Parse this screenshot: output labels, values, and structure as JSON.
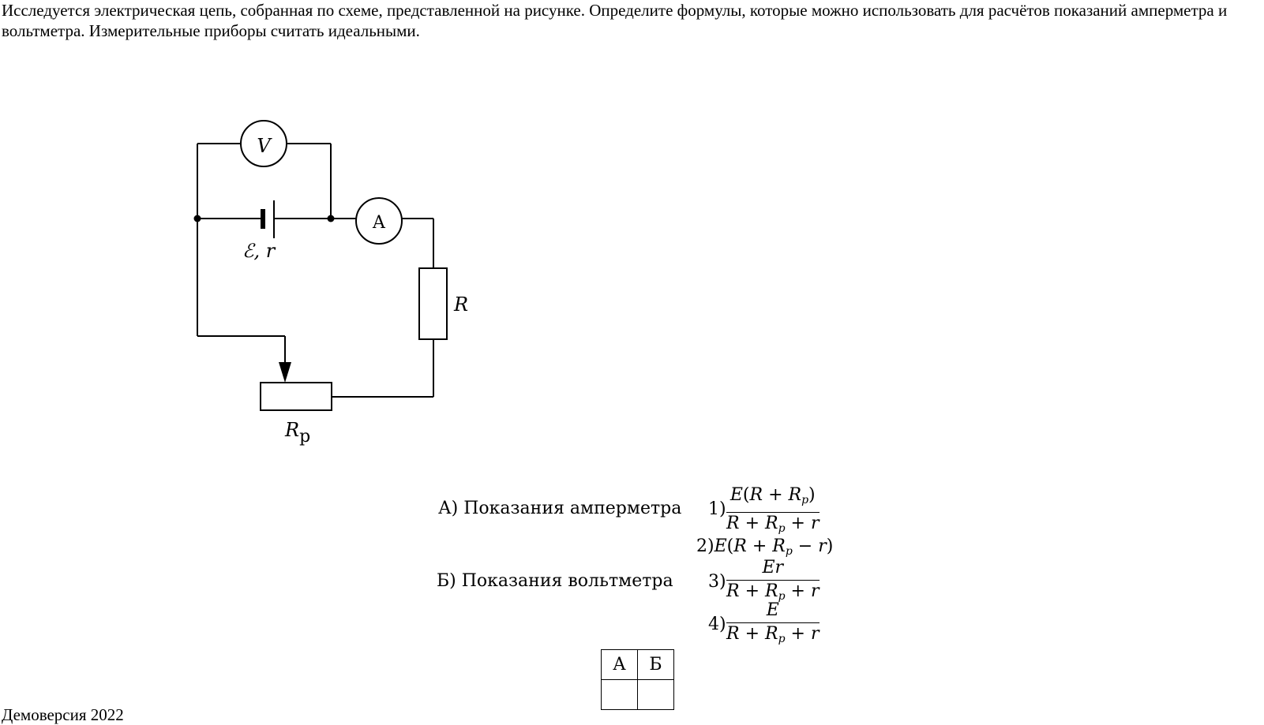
{
  "task": {
    "text": "Исследуется электрическая цепь, собранная по схеме, представленной на рисунке. Определите формулы, которые можно использовать для расчётов показаний амперметра и вольтметра. Измерительные приборы считать идеальными."
  },
  "circuit": {
    "voltmeter_label": "V",
    "ammeter_label": "A",
    "source_label": "ℰ, r",
    "resistor_label": "R",
    "rheostat_label": "R",
    "rheostat_subscript": "р"
  },
  "questions": [
    {
      "letter": "А)",
      "text": "Показания амперметра"
    },
    {
      "letter": "Б)",
      "text": "Показания вольтметра"
    }
  ],
  "options": {
    "o1": {
      "num": "1)",
      "numerator": "E(R + R_p)",
      "denominator": "R + R_p + r"
    },
    "o2": {
      "num": "2)",
      "expr": "E(R + R_p − r)"
    },
    "o3": {
      "num": "3)",
      "numerator": "Er",
      "denominator": "R + R_p + r"
    },
    "o4": {
      "num": "4)",
      "numerator": "E",
      "denominator": "R + R_p + r"
    }
  },
  "answer_table": {
    "headers": [
      "А",
      "Б"
    ],
    "values": [
      "",
      ""
    ]
  },
  "footer": {
    "text": "Демоверсия 2022"
  }
}
